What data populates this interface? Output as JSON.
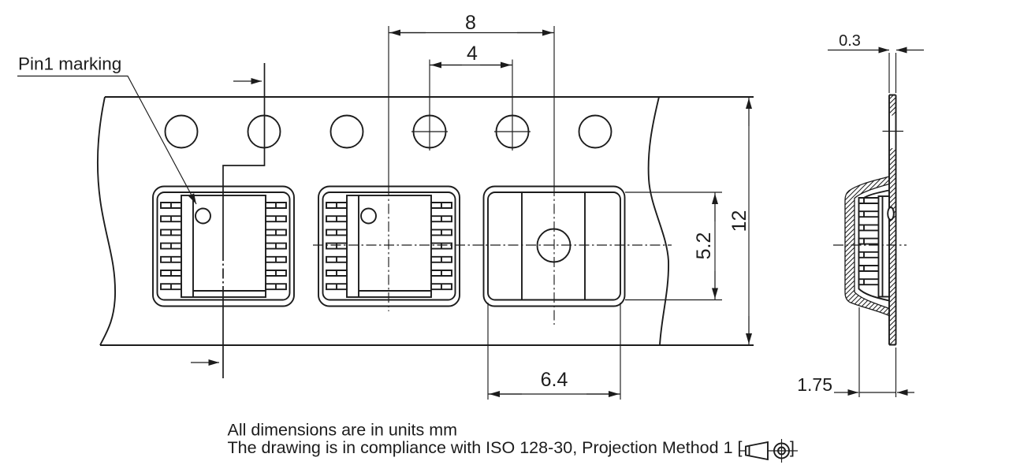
{
  "drawing": {
    "labels": {
      "pin1_marking": "Pin1 marking"
    },
    "dimensions": {
      "pocket_pitch_mm": "8",
      "sprocket_hole_pitch_mm": "4",
      "tape_width_mm": "12",
      "pocket_length_mm": "5.2",
      "pocket_width_mm": "6.4",
      "tape_thickness_mm": "0.3",
      "pocket_depth_mm": "1.75"
    },
    "notes": {
      "units": "All dimensions are in units mm",
      "compliance_prefix": "The drawing is in compliance with ISO 128-30, Projection Method 1 [",
      "compliance_suffix": "]",
      "projection_symbol": "first-angle-projection"
    },
    "colors": {
      "line": "#1c1c1c",
      "background": "#ffffff"
    }
  }
}
